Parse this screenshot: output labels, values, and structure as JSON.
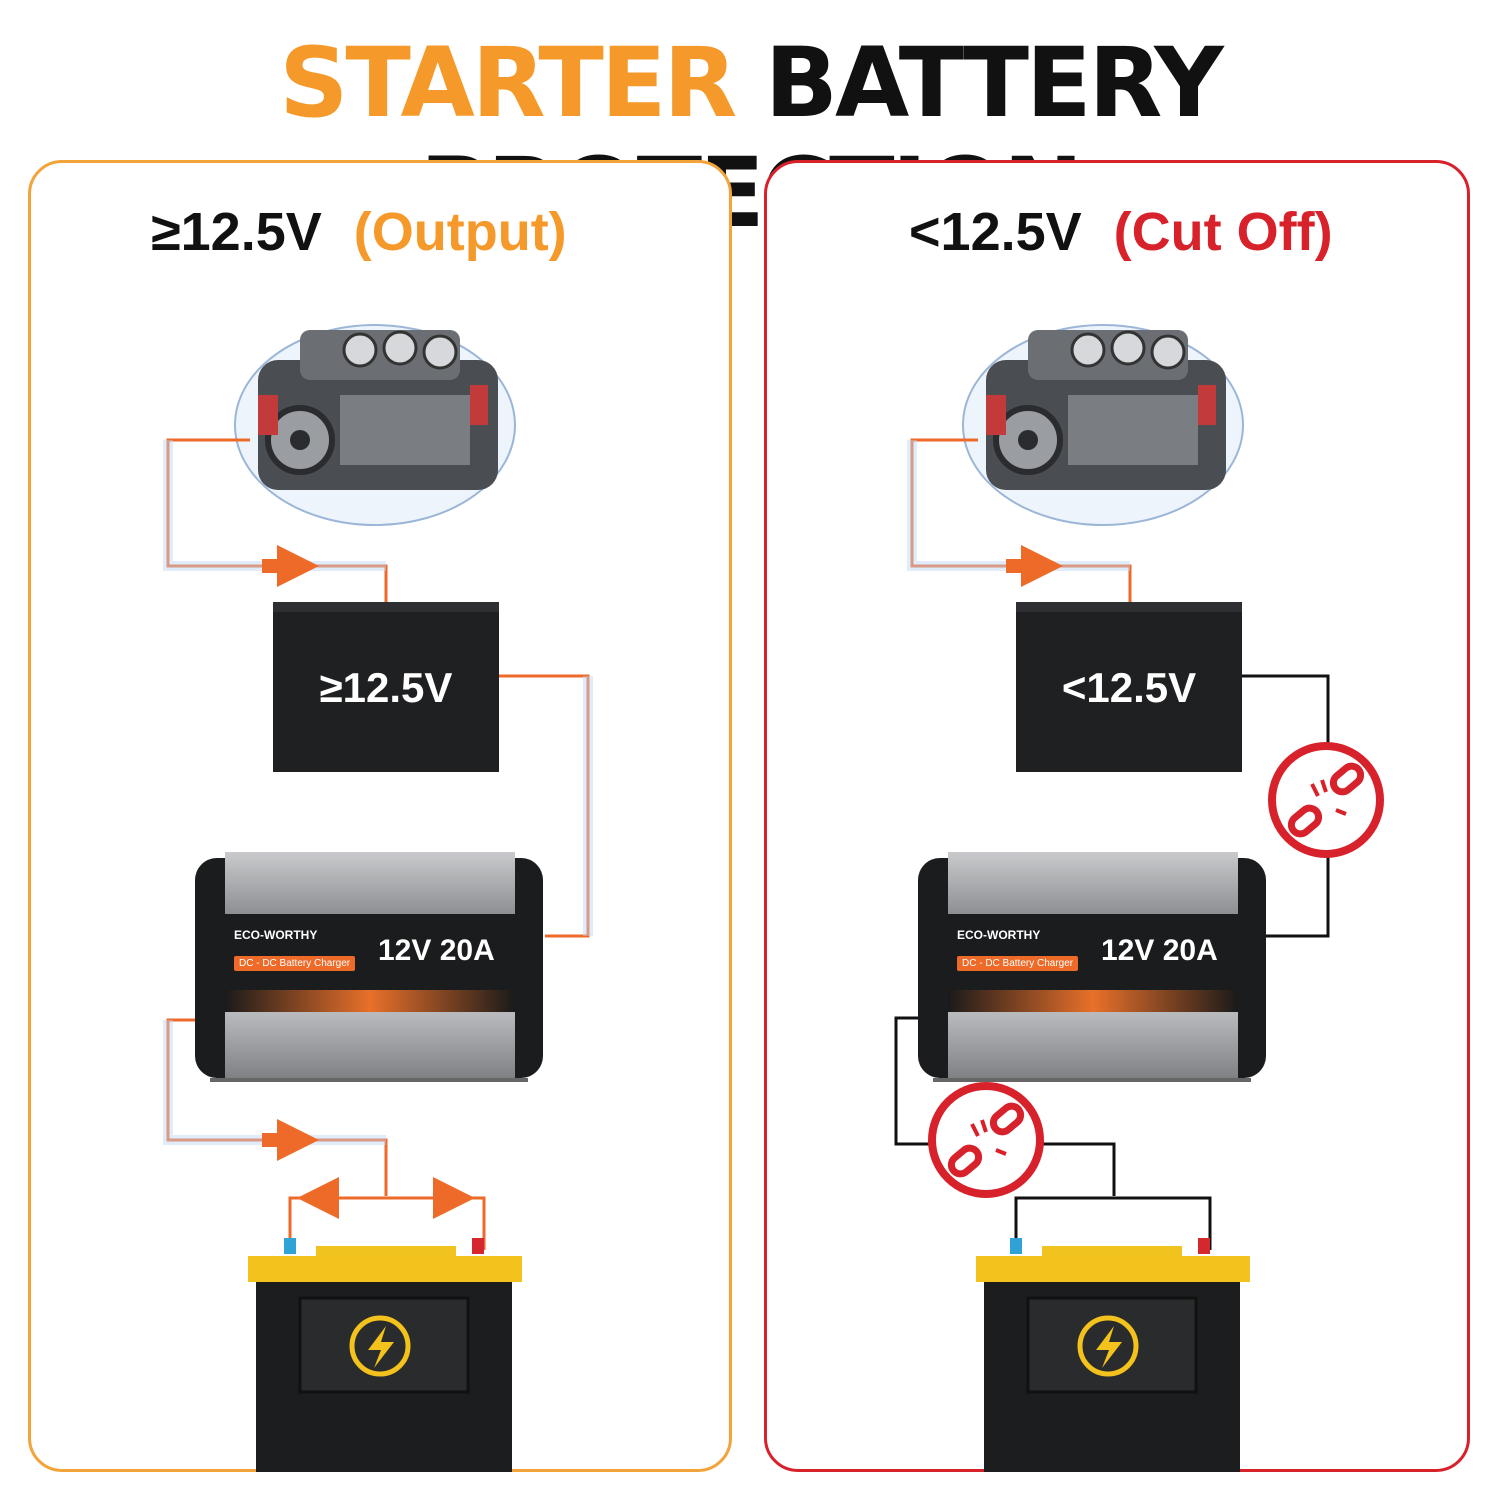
{
  "title": {
    "word1": "STARTER",
    "word2": "BATTERY PROTECTION"
  },
  "left": {
    "voltage": "≥12.5V",
    "state": "(Output)",
    "battery_label": "≥12.5V",
    "charger": {
      "brand": "ECO-WORTHY",
      "model": "12V 20A",
      "badge": "DC - DC Battery Charger"
    }
  },
  "right": {
    "voltage": "<12.5V",
    "state": "(Cut Off)",
    "battery_label": "<12.5V",
    "charger": {
      "brand": "ECO-WORTHY",
      "model": "12V 20A",
      "badge": "DC - DC Battery Charger"
    }
  },
  "colors": {
    "accent": "#f59a2a",
    "cutoff": "#d8222b",
    "wire_active": "#ee6a28",
    "wire_off": "#111111"
  },
  "icons": {
    "engine": "engine-icon",
    "broken_link": "broken-link-icon",
    "lightning": "lightning-icon"
  }
}
